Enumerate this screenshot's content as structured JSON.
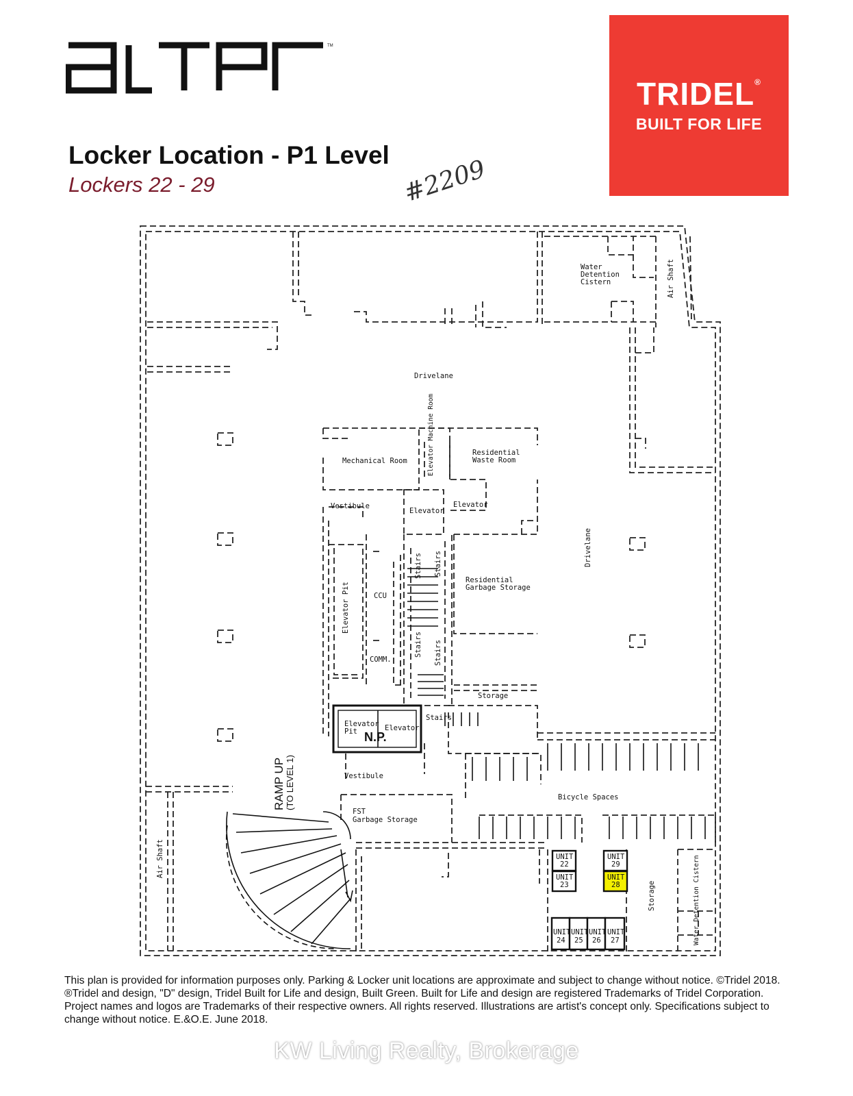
{
  "header": {
    "brand_logo_text": "alter",
    "developer_name": "TRIDEL",
    "developer_reg": "®",
    "developer_tagline": "BUILT FOR LIFE",
    "title": "Locker Location - P1 Level",
    "subtitle": "Lockers 22 - 29",
    "handwritten_note": "#2209"
  },
  "plan_labels": {
    "drivelane_top": "Drivelane",
    "drivelane_right": "Drivelane",
    "water_detention_top": [
      "Water",
      "Detention",
      "Cistern"
    ],
    "air_shaft_top": "Air Shaft",
    "mechanical_room": "Mechanical Room",
    "elevator_machine_room": "Elevator Machine Room",
    "residential_waste_room": [
      "Residential",
      "Waste Room"
    ],
    "elevator_a": "Elevator",
    "elevator_b": "Elevator",
    "vestibule_top": "Vestibule",
    "elevator_pit_vertical": "Elevator Pit",
    "ccu": "CCU",
    "comm": "COMM.",
    "stairs_1": "Stairs",
    "stairs_2": "Stairs",
    "stairs_3": "Stairs",
    "stairs_4": "Stairs",
    "stairs_5": "Stairs",
    "residential_garbage_storage": [
      "Residential",
      "Garbage Storage"
    ],
    "storage_center": "Storage",
    "elevator_pit_box": [
      "Elevator",
      "Pit"
    ],
    "elevator_box": "Elevator",
    "np": "N.P.",
    "vestibule_bottom": "Vestibule",
    "ramp_up": "RAMP UP",
    "to_level_1": "(TO LEVEL 1)",
    "fst_garbage_storage": [
      "FST",
      "Garbage Storage"
    ],
    "bicycle_spaces": "Bicycle Spaces",
    "air_shaft_bottom": "Air Shaft",
    "storage_right": "Storage",
    "water_detention_bottom": "Water Detention Cistern"
  },
  "units": [
    {
      "line1": "UNIT",
      "line2": "22",
      "highlight": false
    },
    {
      "line1": "UNIT",
      "line2": "23",
      "highlight": false
    },
    {
      "line1": "UNIT",
      "line2": "24",
      "highlight": false
    },
    {
      "line1": "UNIT",
      "line2": "25",
      "highlight": false
    },
    {
      "line1": "UNIT",
      "line2": "26",
      "highlight": false
    },
    {
      "line1": "UNIT",
      "line2": "27",
      "highlight": false
    },
    {
      "line1": "UNIT",
      "line2": "28",
      "highlight": true
    },
    {
      "line1": "UNIT",
      "line2": "29",
      "highlight": false
    }
  ],
  "colors": {
    "tridel_red": "#ee3b33",
    "subtitle_maroon": "#7a1c2c",
    "highlight_yellow": "#f4f000"
  },
  "footer": {
    "disclaimer": "This plan is provided for information purposes only. Parking & Locker unit locations are approximate and subject to change without notice. ©Tridel 2018. ®Tridel and design, \"D\" design, Tridel Built for Life and design, Built Green. Built for Life and design are registered Trademarks of Tridel Corporation. Project names and logos are Trademarks of their respective owners. All rights reserved. Illustrations are artist's concept only. Specifications subject to change without notice. E.&O.E. June 2018.",
    "watermark": "KW Living Realty, Brokerage"
  }
}
